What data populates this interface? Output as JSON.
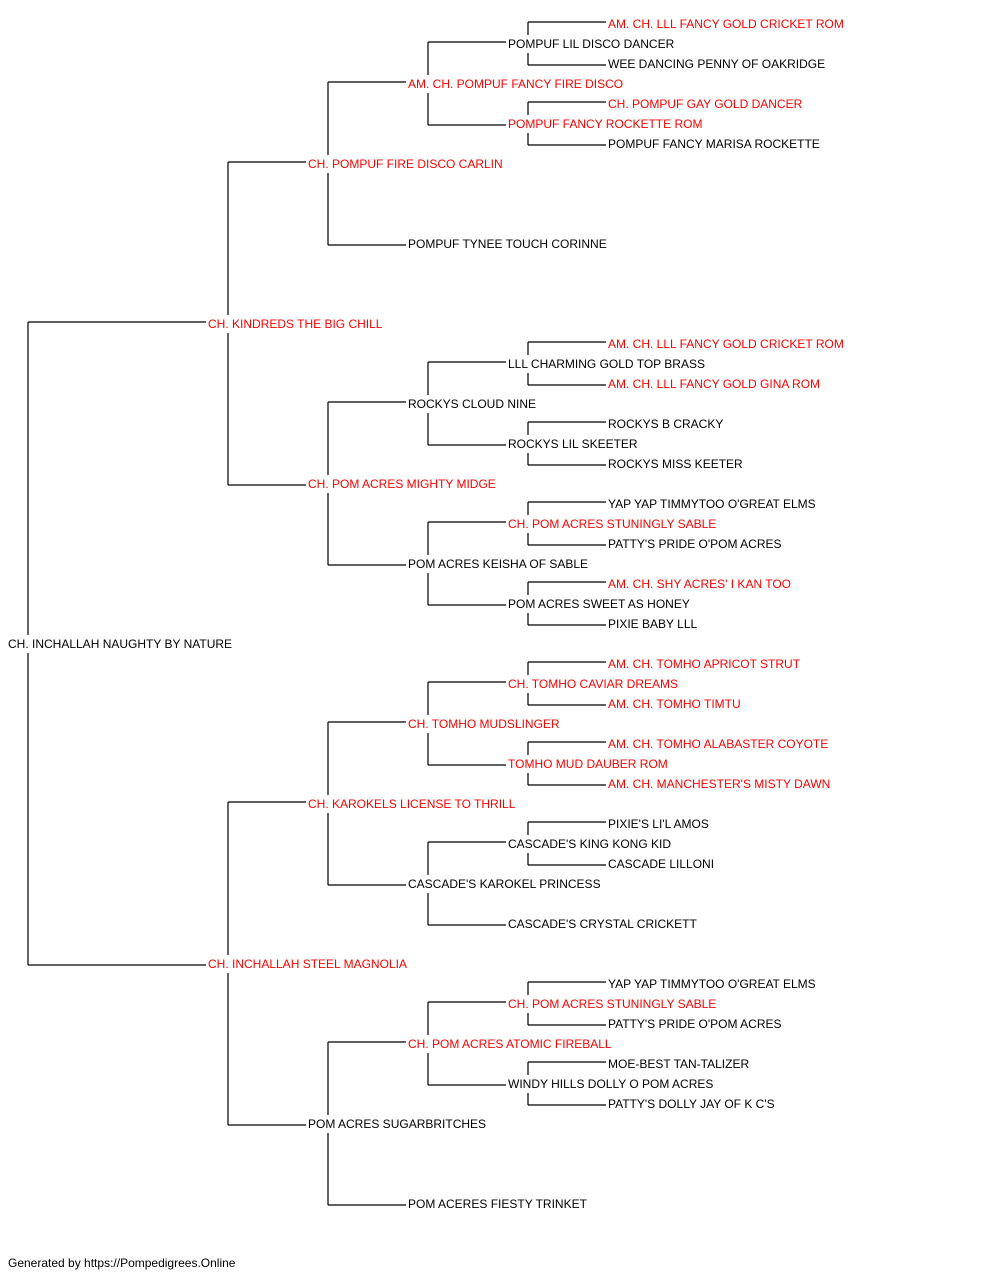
{
  "colors": {
    "champion": "#ff0000",
    "normal": "#000000",
    "line": "#000000"
  },
  "pedigree": [
    {
      "gen": 0,
      "name": "CH. INCHALLAH NAUGHTY BY NATURE",
      "champion": false
    },
    {
      "gen": 1,
      "name": "CH. KINDREDS THE BIG CHILL",
      "champion": true
    },
    {
      "gen": 1,
      "name": "CH. INCHALLAH STEEL MAGNOLIA",
      "champion": true
    },
    {
      "gen": 2,
      "name": "CH. POMPUF FIRE DISCO CARLIN",
      "champion": true
    },
    {
      "gen": 2,
      "name": "CH. POM ACRES MIGHTY MIDGE",
      "champion": true
    },
    {
      "gen": 2,
      "name": "CH. KAROKELS LICENSE TO THRILL",
      "champion": true
    },
    {
      "gen": 2,
      "name": "POM ACRES SUGARBRITCHES",
      "champion": false
    },
    {
      "gen": 3,
      "name": "AM. CH. POMPUF FANCY FIRE DISCO",
      "champion": true
    },
    {
      "gen": 3,
      "name": "POMPUF TYNEE TOUCH CORINNE",
      "champion": false
    },
    {
      "gen": 3,
      "name": "ROCKYS CLOUD NINE",
      "champion": false
    },
    {
      "gen": 3,
      "name": "POM ACRES KEISHA OF SABLE",
      "champion": false
    },
    {
      "gen": 3,
      "name": "CH. TOMHO MUDSLINGER",
      "champion": true
    },
    {
      "gen": 3,
      "name": "CASCADE'S KAROKEL PRINCESS",
      "champion": false
    },
    {
      "gen": 3,
      "name": "CH. POM ACRES ATOMIC FIREBALL",
      "champion": true
    },
    {
      "gen": 3,
      "name": "POM ACERES FIESTY TRINKET",
      "champion": false
    },
    {
      "gen": 4,
      "name": "POMPUF LIL DISCO DANCER",
      "champion": false
    },
    {
      "gen": 4,
      "name": "POMPUF FANCY ROCKETTE ROM",
      "champion": true
    },
    {
      "gen": 4,
      "name": "",
      "champion": false
    },
    {
      "gen": 4,
      "name": "",
      "champion": false
    },
    {
      "gen": 4,
      "name": "LLL CHARMING GOLD TOP BRASS",
      "champion": false
    },
    {
      "gen": 4,
      "name": "ROCKYS LIL SKEETER",
      "champion": false
    },
    {
      "gen": 4,
      "name": "CH. POM ACRES STUNINGLY SABLE",
      "champion": true
    },
    {
      "gen": 4,
      "name": "POM ACRES SWEET AS HONEY",
      "champion": false
    },
    {
      "gen": 4,
      "name": "CH. TOMHO CAVIAR DREAMS",
      "champion": true
    },
    {
      "gen": 4,
      "name": "TOMHO MUD DAUBER ROM",
      "champion": true
    },
    {
      "gen": 4,
      "name": "CASCADE'S KING KONG KID",
      "champion": false
    },
    {
      "gen": 4,
      "name": "CASCADE'S CRYSTAL CRICKETT",
      "champion": false
    },
    {
      "gen": 4,
      "name": "CH. POM ACRES STUNINGLY SABLE",
      "champion": true
    },
    {
      "gen": 4,
      "name": "WINDY HILLS DOLLY O POM ACRES",
      "champion": false
    },
    {
      "gen": 4,
      "name": "",
      "champion": false
    },
    {
      "gen": 4,
      "name": "",
      "champion": false
    },
    {
      "gen": 5,
      "name": "AM. CH. LLL FANCY GOLD CRICKET ROM",
      "champion": true
    },
    {
      "gen": 5,
      "name": "WEE DANCING PENNY OF OAKRIDGE",
      "champion": false
    },
    {
      "gen": 5,
      "name": "CH. POMPUF GAY GOLD DANCER",
      "champion": true
    },
    {
      "gen": 5,
      "name": "POMPUF FANCY MARISA ROCKETTE",
      "champion": false
    },
    {
      "gen": 5,
      "name": "",
      "champion": false
    },
    {
      "gen": 5,
      "name": "",
      "champion": false
    },
    {
      "gen": 5,
      "name": "",
      "champion": false
    },
    {
      "gen": 5,
      "name": "",
      "champion": false
    },
    {
      "gen": 5,
      "name": "AM. CH. LLL FANCY GOLD CRICKET ROM",
      "champion": true
    },
    {
      "gen": 5,
      "name": "AM. CH. LLL FANCY GOLD GINA ROM",
      "champion": true
    },
    {
      "gen": 5,
      "name": "ROCKYS B CRACKY",
      "champion": false
    },
    {
      "gen": 5,
      "name": "ROCKYS MISS KEETER",
      "champion": false
    },
    {
      "gen": 5,
      "name": "YAP YAP TIMMYTOO O'GREAT ELMS",
      "champion": false
    },
    {
      "gen": 5,
      "name": "PATTY'S PRIDE O'POM ACRES",
      "champion": false
    },
    {
      "gen": 5,
      "name": "AM. CH. SHY ACRES' I KAN TOO",
      "champion": true
    },
    {
      "gen": 5,
      "name": "PIXIE BABY LLL",
      "champion": false
    },
    {
      "gen": 5,
      "name": "AM. CH. TOMHO APRICOT STRUT",
      "champion": true
    },
    {
      "gen": 5,
      "name": "AM. CH. TOMHO TIMTU",
      "champion": true
    },
    {
      "gen": 5,
      "name": "AM. CH. TOMHO ALABASTER COYOTE",
      "champion": true
    },
    {
      "gen": 5,
      "name": "AM. CH. MANCHESTER'S MISTY DAWN",
      "champion": true
    },
    {
      "gen": 5,
      "name": "PIXIE'S LI'L AMOS",
      "champion": false
    },
    {
      "gen": 5,
      "name": "CASCADE LILLONI",
      "champion": false
    },
    {
      "gen": 5,
      "name": "",
      "champion": false
    },
    {
      "gen": 5,
      "name": "",
      "champion": false
    },
    {
      "gen": 5,
      "name": "YAP YAP TIMMYTOO O'GREAT ELMS",
      "champion": false
    },
    {
      "gen": 5,
      "name": "PATTY'S PRIDE O'POM ACRES",
      "champion": false
    },
    {
      "gen": 5,
      "name": "MOE-BEST TAN-TALIZER",
      "champion": false
    },
    {
      "gen": 5,
      "name": "PATTY'S DOLLY JAY OF K C'S",
      "champion": false
    },
    {
      "gen": 5,
      "name": "",
      "champion": false
    },
    {
      "gen": 5,
      "name": "",
      "champion": false
    },
    {
      "gen": 5,
      "name": "",
      "champion": false
    },
    {
      "gen": 5,
      "name": "",
      "champion": false
    }
  ],
  "footer": "Generated by https://Pompedigrees.Online"
}
